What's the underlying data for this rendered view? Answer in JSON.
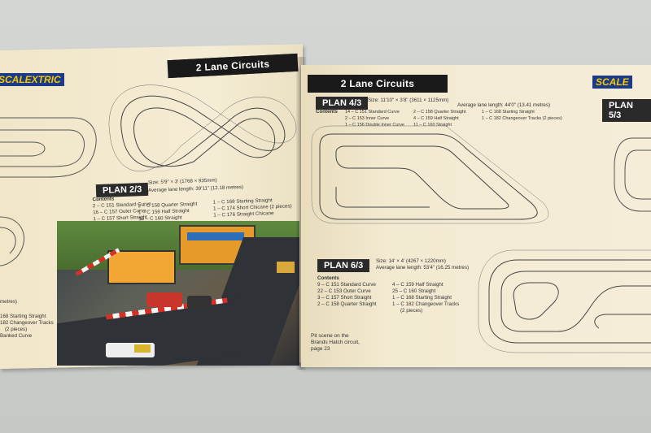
{
  "left_page": {
    "banner": "2 Lane Circuits",
    "plan_label": "PLAN 2/3",
    "size_line": "Size: 5'9\" × 3' (1768 × 935mm)",
    "length_line": "Average lane length: 39'11\" (12.18 metres)",
    "contents_heading": "Contents",
    "contents": [
      "2 – C 151 Standard Curve",
      "16 – C 157 Outer Curve",
      "1 – C 157 Short Straight",
      "2 – C 158 Quarter Straight",
      "1 – C 159 Half Straight",
      "10 – C 160 Straight",
      "1 – C 168 Starting Straight",
      "1 – C 174 Short Chicane (2 pieces)",
      "1 – C 176 Straight Chicane"
    ],
    "edge_fragments": [
      "metres)",
      "168 Starting Straight",
      "182 Changeover Tracks",
      "(2 pieces)",
      "Banked Curve"
    ],
    "logo": "SCALEXTRIC"
  },
  "right_page": {
    "banner": "2 Lane Circuits",
    "plan_43": {
      "label": "PLAN 4/3",
      "size_line": "Size: 11'10\" × 3'8\" (3611 × 1125mm)",
      "length_line": "Average lane length: 44'0\" (13.41 metres)",
      "contents_heading": "Contents",
      "contents": [
        "14 – C 151 Standard Curve",
        "2 – C 153 Inner Curve",
        "1 – C 156 Double Inner Curve",
        "2 – C 158 Quarter Straight",
        "4 – C 159 Half Straight",
        "11 – C 160 Straight",
        "1 – C 168 Starting Straight",
        "1 – C 182 Changeover Tracks (2 pieces)"
      ]
    },
    "plan_63": {
      "label": "PLAN 6/3",
      "size_line": "Size: 14' × 4' (4267 × 1220mm)",
      "length_line": "Average lane length: 53'4\" (16.25 metres)",
      "contents_heading": "Contents",
      "contents": [
        "9 – C 151 Standard Curve",
        "22 – C 153 Outer Curve",
        "3 – C 157 Short Straight",
        "2 – C 158 Quarter Straight",
        "4 – C 159 Half Straight",
        "25 – C 160 Straight",
        "1 – C 168 Starting Straight",
        "1 – C 182 Changeover Tracks",
        "(2 pieces)"
      ]
    },
    "plan_53_label": "PLAN 5/3",
    "logo": "SCALE",
    "caption": [
      "Pit scene on the",
      "Brands Hatch circuit,",
      "page 23"
    ]
  },
  "colors": {
    "page": "#f3ead2",
    "banner": "#1a1a1a",
    "logo_bg": "#1c3a8a",
    "logo_text": "#f5c800"
  }
}
